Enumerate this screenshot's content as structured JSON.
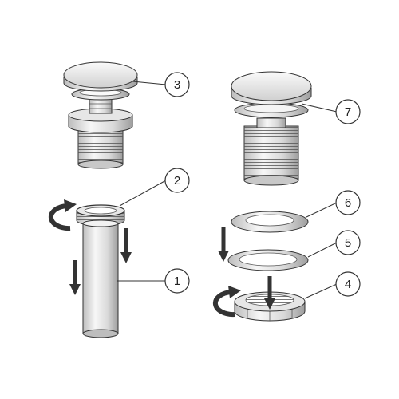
{
  "callouts": [
    {
      "label": "1"
    },
    {
      "label": "2"
    },
    {
      "label": "3"
    },
    {
      "label": "4"
    },
    {
      "label": "5"
    },
    {
      "label": "6"
    },
    {
      "label": "7"
    }
  ],
  "colors": {
    "metal_light": "#eeeeee",
    "metal_mid": "#d4d4d4",
    "metal_dark": "#9a9a9a",
    "outline": "#333333",
    "arrow": "#333333"
  }
}
